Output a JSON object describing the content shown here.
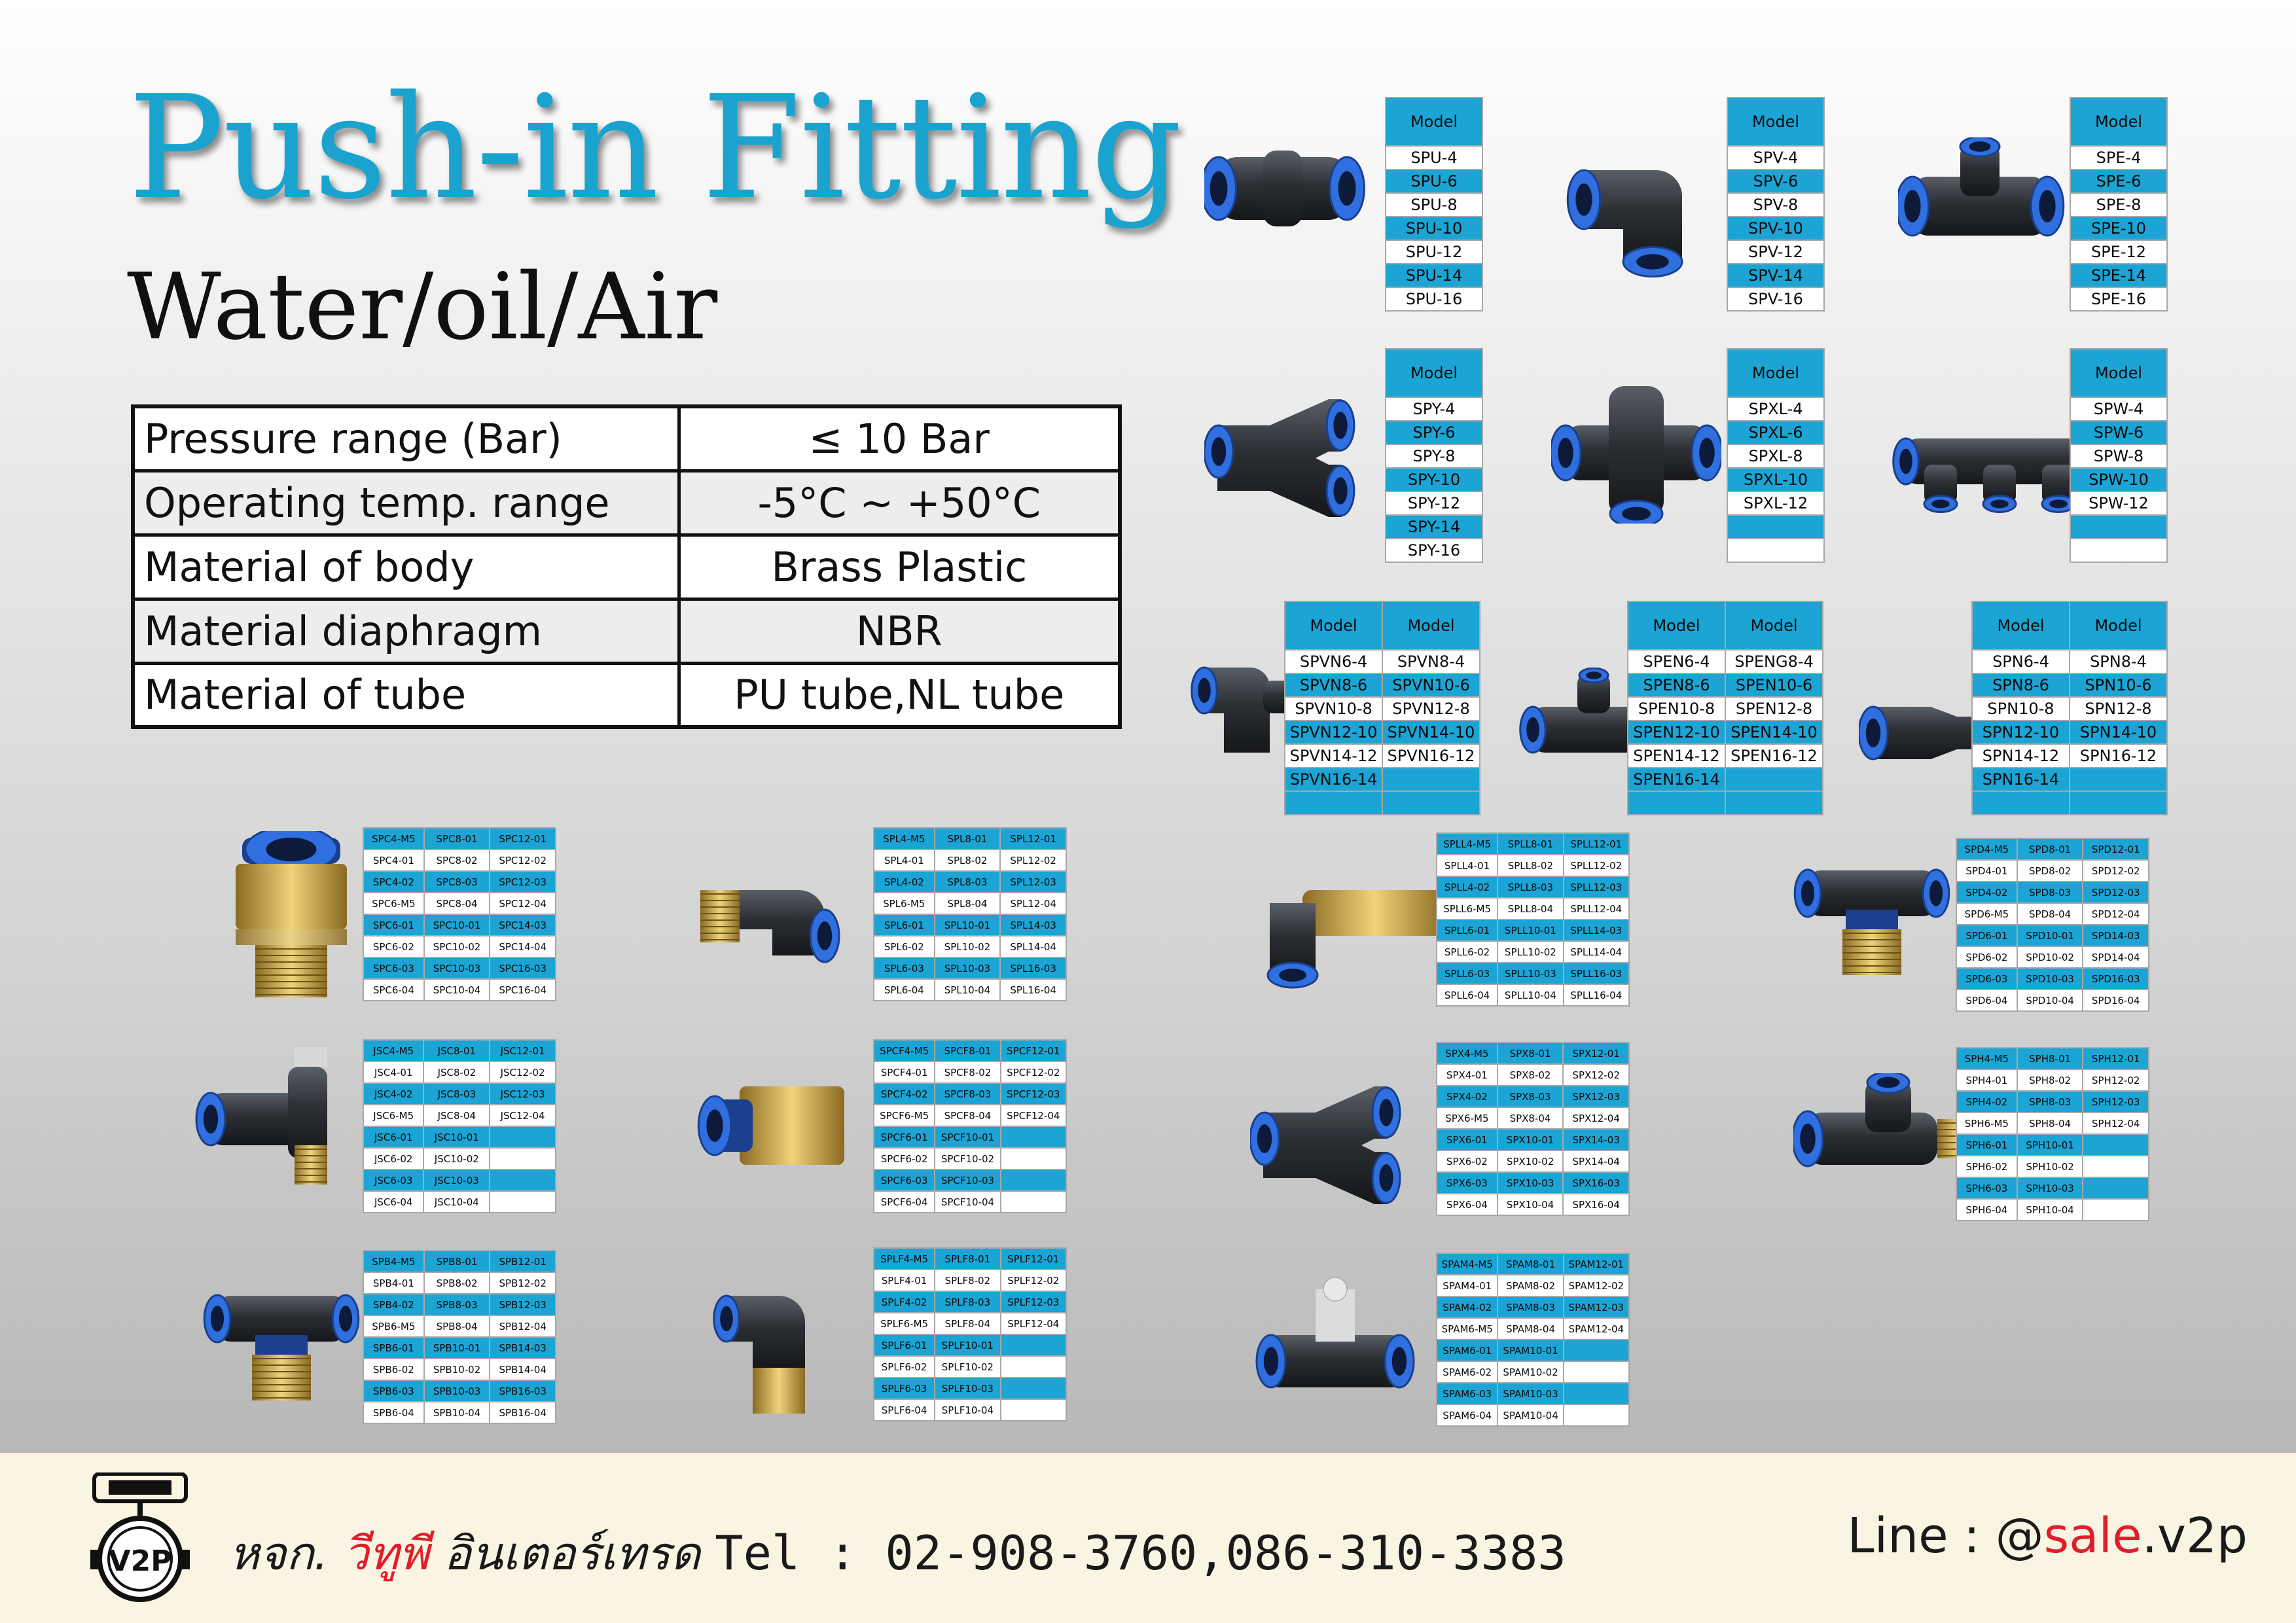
{
  "header": {
    "title": "Push-in Fitting",
    "subtitle": "Water/oil/Air"
  },
  "specs": [
    {
      "key": "Pressure range (Bar)",
      "value": "≤ 10 Bar"
    },
    {
      "key": "Operating temp. range",
      "value": "-5°C  ~  +50°C"
    },
    {
      "key": "Material of body",
      "value": "Brass Plastic"
    },
    {
      "key": "Material diaphragm",
      "value": "NBR"
    },
    {
      "key": "Material of tube",
      "value": "PU tube,NL tube"
    }
  ],
  "colors": {
    "accent_blue": "#1ba4d4",
    "title_blue": "#1aa3cf",
    "brand_red": "#e21d2b",
    "fitting_body": "#2b2e33",
    "fitting_ring": "#2f6fe0",
    "brass": "#c9a24a"
  },
  "models": {
    "header": "Model",
    "spu": [
      "SPU-4",
      "SPU-6",
      "SPU-8",
      "SPU-10",
      "SPU-12",
      "SPU-14",
      "SPU-16"
    ],
    "spv": [
      "SPV-4",
      "SPV-6",
      "SPV-8",
      "SPV-10",
      "SPV-12",
      "SPV-14",
      "SPV-16"
    ],
    "spe": [
      "SPE-4",
      "SPE-6",
      "SPE-8",
      "SPE-10",
      "SPE-12",
      "SPE-14",
      "SPE-16"
    ],
    "spy": [
      "SPY-4",
      "SPY-6",
      "SPY-8",
      "SPY-10",
      "SPY-12",
      "SPY-14",
      "SPY-16"
    ],
    "spxl": [
      "SPXL-4",
      "SPXL-6",
      "SPXL-8",
      "SPXL-10",
      "SPXL-12"
    ],
    "spw": [
      "SPW-4",
      "SPW-6",
      "SPW-8",
      "SPW-10",
      "SPW-12"
    ],
    "spvn": [
      [
        "SPVN6-4",
        "SPVN8-4"
      ],
      [
        "SPVN8-6",
        "SPVN10-6"
      ],
      [
        "SPVN10-8",
        "SPVN12-8"
      ],
      [
        "SPVN12-10",
        "SPVN14-10"
      ],
      [
        "SPVN14-12",
        "SPVN16-12"
      ],
      [
        "SPVN16-14",
        ""
      ]
    ],
    "spen": [
      [
        "SPEN6-4",
        "SPENG8-4"
      ],
      [
        "SPEN8-6",
        "SPEN10-6"
      ],
      [
        "SPEN10-8",
        "SPEN12-8"
      ],
      [
        "SPEN12-10",
        "SPEN14-10"
      ],
      [
        "SPEN14-12",
        "SPEN16-12"
      ],
      [
        "SPEN16-14",
        ""
      ]
    ],
    "spn": [
      [
        "SPN6-4",
        "SPN8-4"
      ],
      [
        "SPN8-6",
        "SPN10-6"
      ],
      [
        "SPN10-8",
        "SPN12-8"
      ],
      [
        "SPN12-10",
        "SPN14-10"
      ],
      [
        "SPN14-12",
        "SPN16-12"
      ],
      [
        "SPN16-14",
        ""
      ]
    ],
    "spc": [
      [
        "SPC4-M5",
        "SPC8-01",
        "SPC12-01"
      ],
      [
        "SPC4-01",
        "SPC8-02",
        "SPC12-02"
      ],
      [
        "SPC4-02",
        "SPC8-03",
        "SPC12-03"
      ],
      [
        "SPC6-M5",
        "SPC8-04",
        "SPC12-04"
      ],
      [
        "SPC6-01",
        "SPC10-01",
        "SPC14-03"
      ],
      [
        "SPC6-02",
        "SPC10-02",
        "SPC14-04"
      ],
      [
        "SPC6-03",
        "SPC10-03",
        "SPC16-03"
      ],
      [
        "SPC6-04",
        "SPC10-04",
        "SPC16-04"
      ]
    ],
    "spl": [
      [
        "SPL4-M5",
        "SPL8-01",
        "SPL12-01"
      ],
      [
        "SPL4-01",
        "SPL8-02",
        "SPL12-02"
      ],
      [
        "SPL4-02",
        "SPL8-03",
        "SPL12-03"
      ],
      [
        "SPL6-M5",
        "SPL8-04",
        "SPL12-04"
      ],
      [
        "SPL6-01",
        "SPL10-01",
        "SPL14-03"
      ],
      [
        "SPL6-02",
        "SPL10-02",
        "SPL14-04"
      ],
      [
        "SPL6-03",
        "SPL10-03",
        "SPL16-03"
      ],
      [
        "SPL6-04",
        "SPL10-04",
        "SPL16-04"
      ]
    ],
    "spll": [
      [
        "SPLL4-M5",
        "SPLL8-01",
        "SPLL12-01"
      ],
      [
        "SPLL4-01",
        "SPLL8-02",
        "SPLL12-02"
      ],
      [
        "SPLL4-02",
        "SPLL8-03",
        "SPLL12-03"
      ],
      [
        "SPLL6-M5",
        "SPLL8-04",
        "SPLL12-04"
      ],
      [
        "SPLL6-01",
        "SPLL10-01",
        "SPLL14-03"
      ],
      [
        "SPLL6-02",
        "SPLL10-02",
        "SPLL14-04"
      ],
      [
        "SPLL6-03",
        "SPLL10-03",
        "SPLL16-03"
      ],
      [
        "SPLL6-04",
        "SPLL10-04",
        "SPLL16-04"
      ]
    ],
    "spd": [
      [
        "SPD4-M5",
        "SPD8-01",
        "SPD12-01"
      ],
      [
        "SPD4-01",
        "SPD8-02",
        "SPD12-02"
      ],
      [
        "SPD4-02",
        "SPD8-03",
        "SPD12-03"
      ],
      [
        "SPD6-M5",
        "SPD8-04",
        "SPD12-04"
      ],
      [
        "SPD6-01",
        "SPD10-01",
        "SPD14-03"
      ],
      [
        "SPD6-02",
        "SPD10-02",
        "SPD14-04"
      ],
      [
        "SPD6-03",
        "SPD10-03",
        "SPD16-03"
      ],
      [
        "SPD6-04",
        "SPD10-04",
        "SPD16-04"
      ]
    ],
    "jsc": [
      [
        "JSC4-M5",
        "JSC8-01",
        "JSC12-01"
      ],
      [
        "JSC4-01",
        "JSC8-02",
        "JSC12-02"
      ],
      [
        "JSC4-02",
        "JSC8-03",
        "JSC12-03"
      ],
      [
        "JSC6-M5",
        "JSC8-04",
        "JSC12-04"
      ],
      [
        "JSC6-01",
        "JSC10-01",
        ""
      ],
      [
        "JSC6-02",
        "JSC10-02",
        ""
      ],
      [
        "JSC6-03",
        "JSC10-03",
        ""
      ],
      [
        "JSC6-04",
        "JSC10-04",
        ""
      ]
    ],
    "spcf": [
      [
        "SPCF4-M5",
        "SPCF8-01",
        "SPCF12-01"
      ],
      [
        "SPCF4-01",
        "SPCF8-02",
        "SPCF12-02"
      ],
      [
        "SPCF4-02",
        "SPCF8-03",
        "SPCF12-03"
      ],
      [
        "SPCF6-M5",
        "SPCF8-04",
        "SPCF12-04"
      ],
      [
        "SPCF6-01",
        "SPCF10-01",
        ""
      ],
      [
        "SPCF6-02",
        "SPCF10-02",
        ""
      ],
      [
        "SPCF6-03",
        "SPCF10-03",
        ""
      ],
      [
        "SPCF6-04",
        "SPCF10-04",
        ""
      ]
    ],
    "spx": [
      [
        "SPX4-M5",
        "SPX8-01",
        "SPX12-01"
      ],
      [
        "SPX4-01",
        "SPX8-02",
        "SPX12-02"
      ],
      [
        "SPX4-02",
        "SPX8-03",
        "SPX12-03"
      ],
      [
        "SPX6-M5",
        "SPX8-04",
        "SPX12-04"
      ],
      [
        "SPX6-01",
        "SPX10-01",
        "SPX14-03"
      ],
      [
        "SPX6-02",
        "SPX10-02",
        "SPX14-04"
      ],
      [
        "SPX6-03",
        "SPX10-03",
        "SPX16-03"
      ],
      [
        "SPX6-04",
        "SPX10-04",
        "SPX16-04"
      ]
    ],
    "sph": [
      [
        "SPH4-M5",
        "SPH8-01",
        "SPH12-01"
      ],
      [
        "SPH4-01",
        "SPH8-02",
        "SPH12-02"
      ],
      [
        "SPH4-02",
        "SPH8-03",
        "SPH12-03"
      ],
      [
        "SPH6-M5",
        "SPH8-04",
        "SPH12-04"
      ],
      [
        "SPH6-01",
        "SPH10-01",
        ""
      ],
      [
        "SPH6-02",
        "SPH10-02",
        ""
      ],
      [
        "SPH6-03",
        "SPH10-03",
        ""
      ],
      [
        "SPH6-04",
        "SPH10-04",
        ""
      ]
    ],
    "spb": [
      [
        "SPB4-M5",
        "SPB8-01",
        "SPB12-01"
      ],
      [
        "SPB4-01",
        "SPB8-02",
        "SPB12-02"
      ],
      [
        "SPB4-02",
        "SPB8-03",
        "SPB12-03"
      ],
      [
        "SPB6-M5",
        "SPB8-04",
        "SPB12-04"
      ],
      [
        "SPB6-01",
        "SPB10-01",
        "SPB14-03"
      ],
      [
        "SPB6-02",
        "SPB10-02",
        "SPB14-04"
      ],
      [
        "SPB6-03",
        "SPB10-03",
        "SPB16-03"
      ],
      [
        "SPB6-04",
        "SPB10-04",
        "SPB16-04"
      ]
    ],
    "splf": [
      [
        "SPLF4-M5",
        "SPLF8-01",
        "SPLF12-01"
      ],
      [
        "SPLF4-01",
        "SPLF8-02",
        "SPLF12-02"
      ],
      [
        "SPLF4-02",
        "SPLF8-03",
        "SPLF12-03"
      ],
      [
        "SPLF6-M5",
        "SPLF8-04",
        "SPLF12-04"
      ],
      [
        "SPLF6-01",
        "SPLF10-01",
        ""
      ],
      [
        "SPLF6-02",
        "SPLF10-02",
        ""
      ],
      [
        "SPLF6-03",
        "SPLF10-03",
        ""
      ],
      [
        "SPLF6-04",
        "SPLF10-04",
        ""
      ]
    ],
    "spam": [
      [
        "SPAM4-M5",
        "SPAM8-01",
        "SPAM12-01"
      ],
      [
        "SPAM4-01",
        "SPAM8-02",
        "SPAM12-02"
      ],
      [
        "SPAM4-02",
        "SPAM8-03",
        "SPAM12-03"
      ],
      [
        "SPAM6-M5",
        "SPAM8-04",
        "SPAM12-04"
      ],
      [
        "SPAM6-01",
        "SPAM10-01",
        ""
      ],
      [
        "SPAM6-02",
        "SPAM10-02",
        ""
      ],
      [
        "SPAM6-03",
        "SPAM10-03",
        ""
      ],
      [
        "SPAM6-04",
        "SPAM10-04",
        ""
      ]
    ]
  },
  "footer": {
    "company_prefix": "หจก.",
    "company_brand": "วีทูพี",
    "company_suffix": "อินเตอร์เทรด",
    "tel": "Tel : 02-908-3760,086-310-3383",
    "line_prefix": "Line : @",
    "line_highlight": "sale",
    "line_suffix": ".v2p",
    "logo_text": "V2P"
  }
}
